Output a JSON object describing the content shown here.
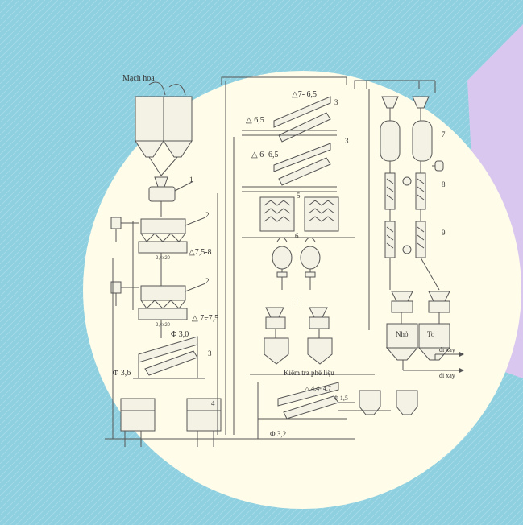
{
  "diagram": {
    "labels": {
      "raw_input": "Mạch hoa",
      "waste_check": "Kiểm tra phế liệu",
      "small_bin": "Nhỏ",
      "large_bin": "To",
      "to_mill_1": "đi xay",
      "to_mill_2": "đi xay",
      "screen_a": "△7,5-8",
      "screen_b": "△ 7÷7,5",
      "screen_c": "Φ 3,0",
      "screen_d": "Φ 3,6",
      "screen_e": "△7- 6,5",
      "screen_f": "△ 6,5",
      "screen_g": "△ 6- 6,5",
      "screen_h": "△ 4,4- 4,7",
      "screen_i": "Φ 1,5",
      "screen_j": "Φ 3,2",
      "sieve_size_1": "2,4x20",
      "sieve_size_2": "2,4x20"
    },
    "numbers": [
      "1",
      "2",
      "2",
      "3",
      "3",
      "3",
      "4",
      "5",
      "6",
      "1",
      "7",
      "8",
      "9"
    ],
    "colors": {
      "background": "#8fd0e0",
      "circle": "#fffce9",
      "side_panel": "#d9c7ef",
      "line": "#555555"
    }
  }
}
